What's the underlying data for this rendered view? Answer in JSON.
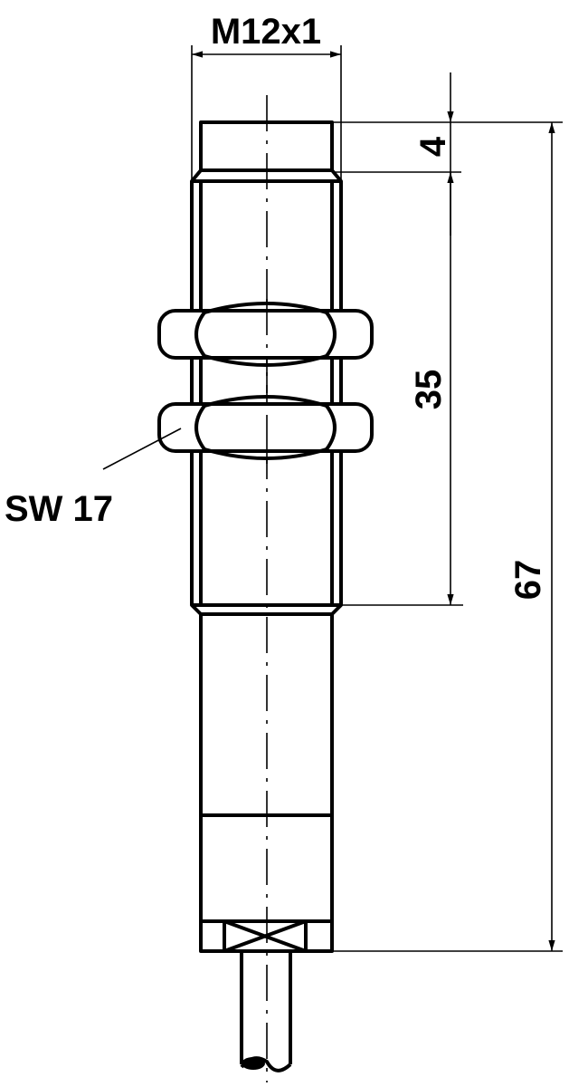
{
  "drawing": {
    "type": "technical drawing - inductive proximity sensor side view",
    "thread_label": "M12x1",
    "wrench_label": "SW 17",
    "dimensions": {
      "cap_length": "4",
      "thread_length": "35",
      "overall_length": "67"
    },
    "colors": {
      "line": "#000000",
      "background": "#ffffff"
    }
  }
}
